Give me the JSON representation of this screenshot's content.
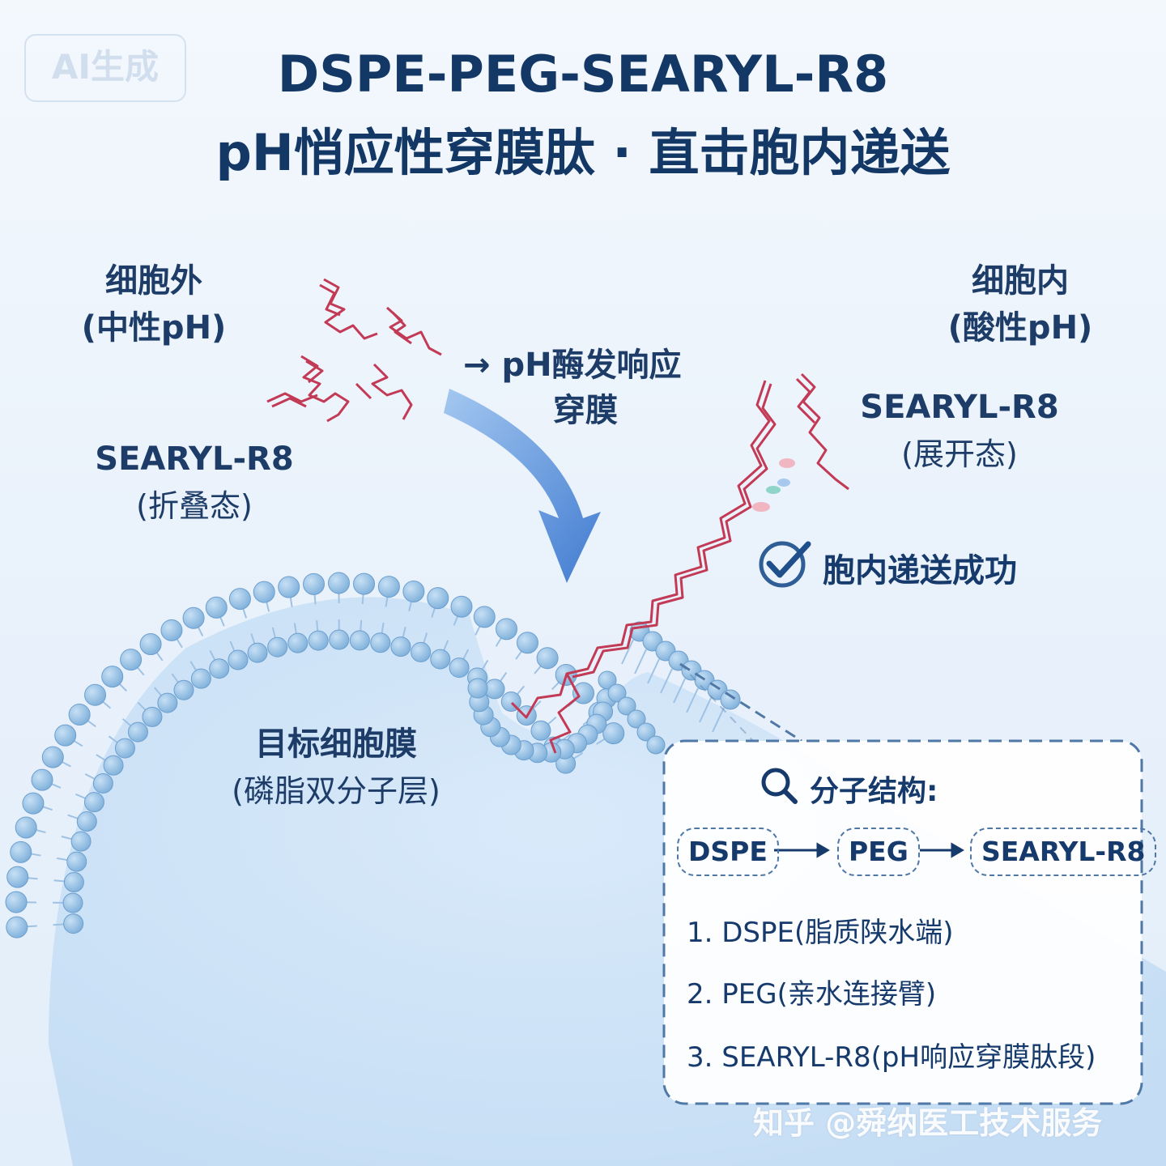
{
  "title": {
    "line1": "DSPE-PEG-SEARYL-R8",
    "line2": "pH悄应性穿膜肽 · 直击胞内递送"
  },
  "watermark_ai": "AI生成",
  "watermark_source": "知乎 @舜纳医工技术服务",
  "extracellular": {
    "line1": "细胞外",
    "line2": "(中性pH)"
  },
  "intracellular": {
    "line1": "细胞内",
    "line2": "(酸性pH)"
  },
  "trigger": {
    "line1": "→ pH酶发响应",
    "line2": "穿膜"
  },
  "folded": {
    "name": "SEARYL-R8",
    "state": "(折叠态)"
  },
  "unfolded": {
    "name": "SEARYL-R8",
    "state": "(展开态)"
  },
  "membrane": {
    "line1": "目标细胞膜",
    "line2": "(磷脂双分子层)"
  },
  "success": {
    "label": "胞内递送成功",
    "icon": "check-circle-icon"
  },
  "panel": {
    "title": "分子结构:",
    "icon": "search-icon",
    "chips": [
      "DSPE",
      "PEG",
      "SEARYL-R8"
    ],
    "items": [
      "1. DSPE(脂质陕水端)",
      "2. PEG(亲水连接臂)",
      "3. SEARYL-R8(pH响应穿膜肽段)"
    ]
  },
  "colors": {
    "title": "#133866",
    "membrane_head": "#8fbbe0",
    "peptide": "#c23a55",
    "arrow": "#3f7fd0"
  }
}
